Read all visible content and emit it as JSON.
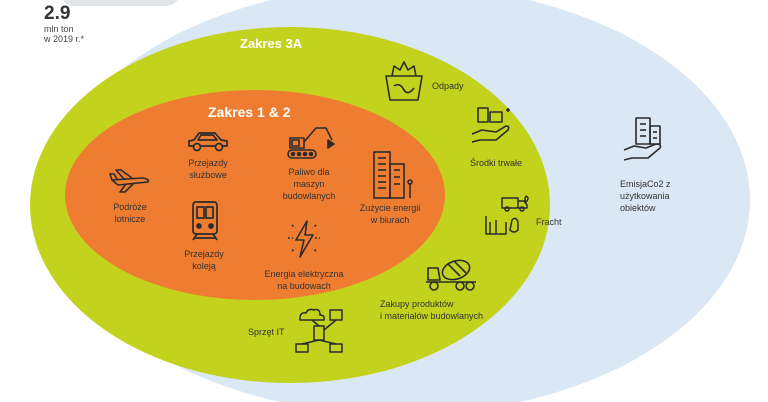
{
  "stat": {
    "value": "2.9",
    "unit": "mln ton",
    "year": "w 2019 r.*"
  },
  "scopes": {
    "outer_title": "Zakres 3A",
    "inner_title": "Zakres 1 & 2"
  },
  "inner_items": {
    "flights": "Podróże\nlotnicze",
    "cars": "Przejazdy\nsłużbowe",
    "fuel": "Paliwo dla\nmaszyn\nbudowlanych",
    "energy_offices": "Zużycie energii\nw biurach",
    "rail": "Przejazdy\nkoleją",
    "electricity": "Energia elektryczna\nna budowach"
  },
  "middle_items": {
    "waste": "Odpady",
    "fixed_assets": "Środki trwałe",
    "freight": "Fracht",
    "materials": "Zakupy produktów\ni materiałów budowlanych",
    "it": "Sprzęt IT"
  },
  "outer_items": {
    "building_use": "EmisjaCo2 z\nużytkowania\nobiektów"
  },
  "colors": {
    "outer_ellipse": "#dae7f4",
    "middle_ellipse": "#c3d21d",
    "inner_ellipse": "#ef7d31"
  },
  "icons": [
    "airplane-icon",
    "car-icon",
    "excavator-icon",
    "office-building-icon",
    "train-icon",
    "lightning-icon",
    "waste-bin-icon",
    "money-hand-icon",
    "freight-truck-icon",
    "concrete-mixer-icon",
    "it-network-icon",
    "building-hand-icon"
  ]
}
